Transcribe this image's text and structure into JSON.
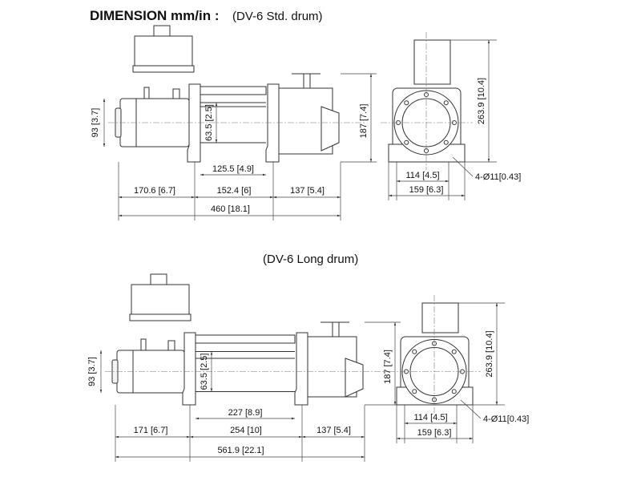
{
  "title": "DIMENSION mm/in :",
  "std": {
    "subtitle": "(DV-6 Std. drum)",
    "motor_dia": "93 [3.7]",
    "drum_dia": "63.5 [2.5]",
    "height": "187 [7.4]",
    "drum_inner": "125.5 [4.9]",
    "seg1": "170.6 [6.7]",
    "seg2": "152.4 [6]",
    "seg3": "137 [5.4]",
    "total": "460 [18.1]",
    "side_height": "263.9 [10.4]",
    "bolt_span": "114 [4.5]",
    "base_width": "159 [6.3]",
    "holes": "4-Ø11[0.43]"
  },
  "long": {
    "subtitle": "(DV-6 Long drum)",
    "motor_dia": "93 [3.7]",
    "drum_dia": "63.5 [2.5]",
    "height": "187 [7.4]",
    "drum_inner": "227 [8.9]",
    "seg1": "171 [6.7]",
    "seg2": "254 [10]",
    "seg3": "137 [5.4]",
    "total": "561.9 [22.1]",
    "side_height": "263.9 [10.4]",
    "bolt_span": "114 [4.5]",
    "base_width": "159 [6.3]",
    "holes": "4-Ø11[0.43]"
  }
}
